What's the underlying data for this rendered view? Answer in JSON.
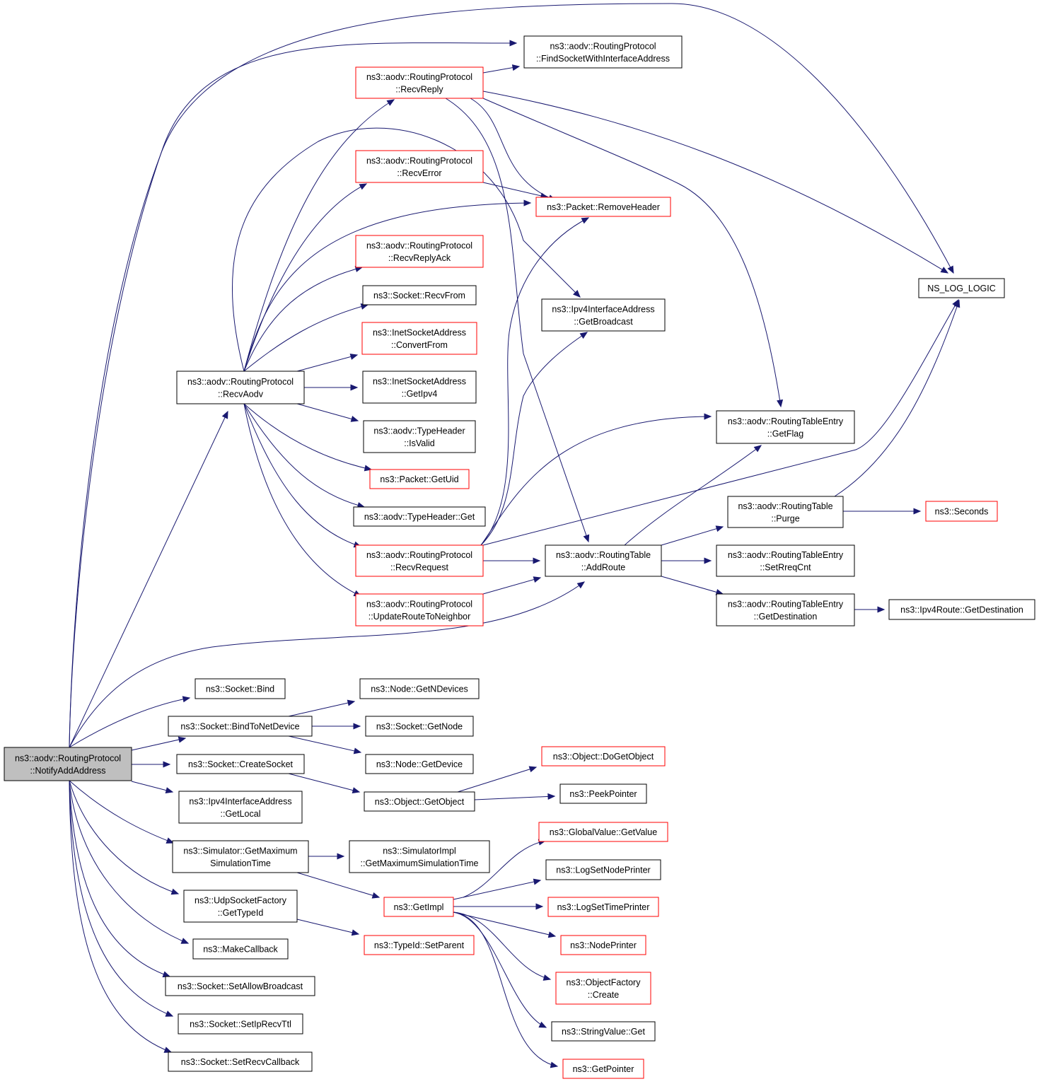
{
  "colors": {
    "edge": "#191970",
    "border_complete": "#000000",
    "border_truncated": "#ff0000",
    "root_fill": "#bfbfbf",
    "node_fill": "#ffffff"
  },
  "nodes": [
    {
      "id": "notify",
      "lines": [
        "ns3::aodv::RoutingProtocol",
        "::NotifyAddAddress"
      ],
      "style": "root"
    },
    {
      "id": "findSocket",
      "lines": [
        "ns3::aodv::RoutingProtocol",
        "::FindSocketWithInterfaceAddress"
      ],
      "style": "black"
    },
    {
      "id": "recvReply",
      "lines": [
        "ns3::aodv::RoutingProtocol",
        "::RecvReply"
      ],
      "style": "red"
    },
    {
      "id": "recvError",
      "lines": [
        "ns3::aodv::RoutingProtocol",
        "::RecvError"
      ],
      "style": "red"
    },
    {
      "id": "removeHeader",
      "lines": [
        "ns3::Packet::RemoveHeader"
      ],
      "style": "red"
    },
    {
      "id": "recvReplyAck",
      "lines": [
        "ns3::aodv::RoutingProtocol",
        "::RecvReplyAck"
      ],
      "style": "red"
    },
    {
      "id": "nsLog",
      "lines": [
        "NS_LOG_LOGIC"
      ],
      "style": "black"
    },
    {
      "id": "recvFrom",
      "lines": [
        "ns3::Socket::RecvFrom"
      ],
      "style": "black"
    },
    {
      "id": "getBroadcast",
      "lines": [
        "ns3::Ipv4InterfaceAddress",
        "::GetBroadcast"
      ],
      "style": "black"
    },
    {
      "id": "convertFrom",
      "lines": [
        "ns3::InetSocketAddress",
        "::ConvertFrom"
      ],
      "style": "red"
    },
    {
      "id": "recvAodv",
      "lines": [
        "ns3::aodv::RoutingProtocol",
        "::RecvAodv"
      ],
      "style": "black"
    },
    {
      "id": "getIpv4",
      "lines": [
        "ns3::InetSocketAddress",
        "::GetIpv4"
      ],
      "style": "black"
    },
    {
      "id": "getFlag",
      "lines": [
        "ns3::aodv::RoutingTableEntry",
        "::GetFlag"
      ],
      "style": "black"
    },
    {
      "id": "isValid",
      "lines": [
        "ns3::aodv::TypeHeader",
        "::IsValid"
      ],
      "style": "black"
    },
    {
      "id": "getUid",
      "lines": [
        "ns3::Packet::GetUid"
      ],
      "style": "red"
    },
    {
      "id": "purge",
      "lines": [
        "ns3::aodv::RoutingTable",
        "::Purge"
      ],
      "style": "black"
    },
    {
      "id": "seconds",
      "lines": [
        "ns3::Seconds"
      ],
      "style": "red"
    },
    {
      "id": "typeHeaderGet",
      "lines": [
        "ns3::aodv::TypeHeader::Get"
      ],
      "style": "black"
    },
    {
      "id": "recvRequest",
      "lines": [
        "ns3::aodv::RoutingProtocol",
        "::RecvRequest"
      ],
      "style": "red"
    },
    {
      "id": "addRoute",
      "lines": [
        "ns3::aodv::RoutingTable",
        "::AddRoute"
      ],
      "style": "black"
    },
    {
      "id": "setRreqCnt",
      "lines": [
        "ns3::aodv::RoutingTableEntry",
        "::SetRreqCnt"
      ],
      "style": "black"
    },
    {
      "id": "updateRoute",
      "lines": [
        "ns3::aodv::RoutingProtocol",
        "::UpdateRouteToNeighbor"
      ],
      "style": "red"
    },
    {
      "id": "rteGetDest",
      "lines": [
        "ns3::aodv::RoutingTableEntry",
        "::GetDestination"
      ],
      "style": "black"
    },
    {
      "id": "ipv4RouteGetDest",
      "lines": [
        "ns3::Ipv4Route::GetDestination"
      ],
      "style": "black"
    },
    {
      "id": "bind",
      "lines": [
        "ns3::Socket::Bind"
      ],
      "style": "black"
    },
    {
      "id": "getNDevices",
      "lines": [
        "ns3::Node::GetNDevices"
      ],
      "style": "black"
    },
    {
      "id": "bindToNetDevice",
      "lines": [
        "ns3::Socket::BindToNetDevice"
      ],
      "style": "black"
    },
    {
      "id": "getNode",
      "lines": [
        "ns3::Socket::GetNode"
      ],
      "style": "black"
    },
    {
      "id": "doGetObject",
      "lines": [
        "ns3::Object::DoGetObject"
      ],
      "style": "red"
    },
    {
      "id": "createSocket",
      "lines": [
        "ns3::Socket::CreateSocket"
      ],
      "style": "black"
    },
    {
      "id": "getDevice",
      "lines": [
        "ns3::Node::GetDevice"
      ],
      "style": "black"
    },
    {
      "id": "peekPointer",
      "lines": [
        "ns3::PeekPointer"
      ],
      "style": "black"
    },
    {
      "id": "getLocal",
      "lines": [
        "ns3::Ipv4InterfaceAddress",
        "::GetLocal"
      ],
      "style": "black"
    },
    {
      "id": "getObject",
      "lines": [
        "ns3::Object::GetObject"
      ],
      "style": "black"
    },
    {
      "id": "globalGetValue",
      "lines": [
        "ns3::GlobalValue::GetValue"
      ],
      "style": "red"
    },
    {
      "id": "simGetMax",
      "lines": [
        "ns3::Simulator::GetMaximum",
        "SimulationTime"
      ],
      "style": "black"
    },
    {
      "id": "simImplGetMax",
      "lines": [
        "ns3::SimulatorImpl",
        "::GetMaximumSimulationTime"
      ],
      "style": "black"
    },
    {
      "id": "logSetNodePrinter",
      "lines": [
        "ns3::LogSetNodePrinter"
      ],
      "style": "black"
    },
    {
      "id": "getImpl",
      "lines": [
        "ns3::GetImpl"
      ],
      "style": "red"
    },
    {
      "id": "logSetTimePrinter",
      "lines": [
        "ns3::LogSetTimePrinter"
      ],
      "style": "red"
    },
    {
      "id": "udpGetTypeId",
      "lines": [
        "ns3::UdpSocketFactory",
        "::GetTypeId"
      ],
      "style": "black"
    },
    {
      "id": "nodePrinter",
      "lines": [
        "ns3::NodePrinter"
      ],
      "style": "red"
    },
    {
      "id": "setParent",
      "lines": [
        "ns3::TypeId::SetParent"
      ],
      "style": "red"
    },
    {
      "id": "makeCallback",
      "lines": [
        "ns3::MakeCallback"
      ],
      "style": "black"
    },
    {
      "id": "objFactoryCreate",
      "lines": [
        "ns3::ObjectFactory",
        "::Create"
      ],
      "style": "red"
    },
    {
      "id": "setAllowBroadcast",
      "lines": [
        "ns3::Socket::SetAllowBroadcast"
      ],
      "style": "black"
    },
    {
      "id": "stringValueGet",
      "lines": [
        "ns3::StringValue::Get"
      ],
      "style": "black"
    },
    {
      "id": "setIpRecvTtl",
      "lines": [
        "ns3::Socket::SetIpRecvTtl"
      ],
      "style": "black"
    },
    {
      "id": "getPointer",
      "lines": [
        "ns3::GetPointer"
      ],
      "style": "red"
    },
    {
      "id": "setRecvCallback",
      "lines": [
        "ns3::Socket::SetRecvCallback"
      ],
      "style": "black"
    }
  ],
  "edges": [
    [
      "notify",
      "findSocket"
    ],
    [
      "notify",
      "nsLog"
    ],
    [
      "notify",
      "recvAodv"
    ],
    [
      "notify",
      "addRoute"
    ],
    [
      "notify",
      "bind"
    ],
    [
      "notify",
      "bindToNetDevice"
    ],
    [
      "notify",
      "createSocket"
    ],
    [
      "notify",
      "getLocal"
    ],
    [
      "notify",
      "simGetMax"
    ],
    [
      "notify",
      "udpGetTypeId"
    ],
    [
      "notify",
      "makeCallback"
    ],
    [
      "notify",
      "setAllowBroadcast"
    ],
    [
      "notify",
      "setIpRecvTtl"
    ],
    [
      "notify",
      "setRecvCallback"
    ],
    [
      "recvAodv",
      "recvReply"
    ],
    [
      "recvAodv",
      "recvError"
    ],
    [
      "recvAodv",
      "removeHeader"
    ],
    [
      "recvAodv",
      "recvReplyAck"
    ],
    [
      "recvAodv",
      "recvFrom"
    ],
    [
      "recvAodv",
      "getBroadcast"
    ],
    [
      "recvAodv",
      "convertFrom"
    ],
    [
      "recvAodv",
      "getIpv4"
    ],
    [
      "recvAodv",
      "isValid"
    ],
    [
      "recvAodv",
      "getUid"
    ],
    [
      "recvAodv",
      "typeHeaderGet"
    ],
    [
      "recvAodv",
      "recvRequest"
    ],
    [
      "recvAodv",
      "updateRoute"
    ],
    [
      "recvReply",
      "findSocket"
    ],
    [
      "recvReply",
      "nsLog"
    ],
    [
      "recvReply",
      "removeHeader"
    ],
    [
      "recvReply",
      "getFlag"
    ],
    [
      "recvReply",
      "addRoute"
    ],
    [
      "recvError",
      "removeHeader"
    ],
    [
      "recvRequest",
      "removeHeader"
    ],
    [
      "recvRequest",
      "getBroadcast"
    ],
    [
      "recvRequest",
      "getFlag"
    ],
    [
      "recvRequest",
      "nsLog"
    ],
    [
      "recvRequest",
      "addRoute"
    ],
    [
      "updateRoute",
      "addRoute"
    ],
    [
      "addRoute",
      "getFlag"
    ],
    [
      "addRoute",
      "purge"
    ],
    [
      "addRoute",
      "setRreqCnt"
    ],
    [
      "addRoute",
      "rteGetDest"
    ],
    [
      "purge",
      "nsLog"
    ],
    [
      "purge",
      "seconds"
    ],
    [
      "rteGetDest",
      "ipv4RouteGetDest"
    ],
    [
      "bindToNetDevice",
      "getNDevices"
    ],
    [
      "bindToNetDevice",
      "getNode"
    ],
    [
      "bindToNetDevice",
      "getDevice"
    ],
    [
      "createSocket",
      "getObject"
    ],
    [
      "getObject",
      "doGetObject"
    ],
    [
      "getObject",
      "peekPointer"
    ],
    [
      "simGetMax",
      "simImplGetMax"
    ],
    [
      "simGetMax",
      "getImpl"
    ],
    [
      "udpGetTypeId",
      "setParent"
    ],
    [
      "getImpl",
      "globalGetValue"
    ],
    [
      "getImpl",
      "logSetNodePrinter"
    ],
    [
      "getImpl",
      "logSetTimePrinter"
    ],
    [
      "getImpl",
      "nodePrinter"
    ],
    [
      "getImpl",
      "objFactoryCreate"
    ],
    [
      "getImpl",
      "stringValueGet"
    ],
    [
      "getImpl",
      "getPointer"
    ]
  ]
}
